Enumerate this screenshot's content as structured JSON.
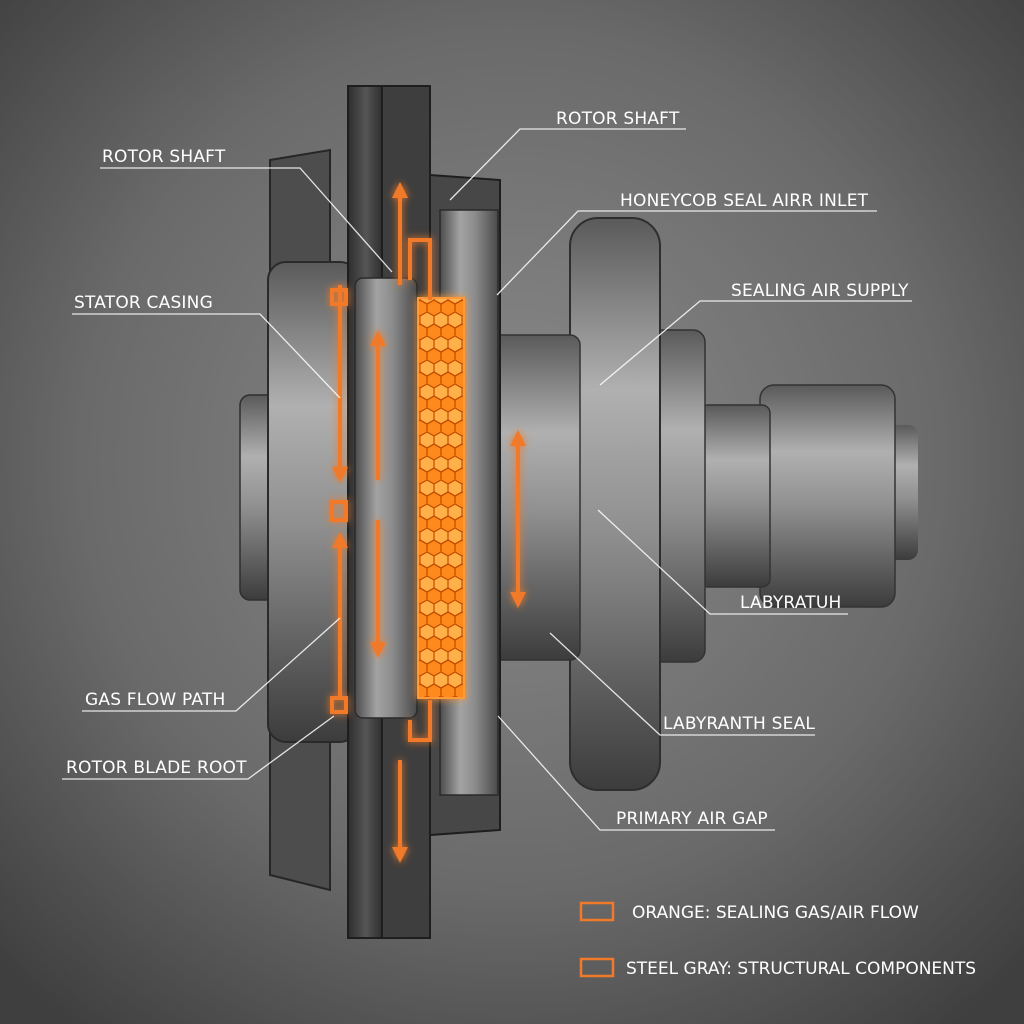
{
  "colors": {
    "background": "#6f6f6f",
    "steel": "#8a8a8a",
    "steel_dark": "#3e3e3e",
    "flow_orange": "#f07a2a",
    "honeycomb_glow": "#ffab4a",
    "label_text": "#ffffff"
  },
  "labels": {
    "rotor_shaft_left": "ROTOR SHAFT",
    "rotor_shaft_top": "ROTOR SHAFT",
    "honeycomb_inlet": "HONEYCOB SEAL AIRR INLET",
    "sealing_air_supply": "SEALING AIR SUPPLY",
    "stator_casing": "STATOR CASING",
    "labyratuh": "LABYRATUH",
    "labyranth_seal": "LABYRANTH SEAL",
    "gas_flow_path": "GAS FLOW PATH",
    "rotor_blade_root": "ROTOR BLADE ROOT",
    "primary_air_gap": "PRIMARY AIR GAP"
  },
  "legend": [
    {
      "text": "ORANGE: SEALING GAS/AIR FLOW",
      "swatch": "#f07a2a"
    },
    {
      "text": "STEEL GRAY: STRUCTURAL COMPONENTS",
      "swatch": "#f07a2a"
    }
  ],
  "icons": {
    "flow_arrow": "arrow-icon",
    "honeycomb": "honeycomb-icon"
  }
}
